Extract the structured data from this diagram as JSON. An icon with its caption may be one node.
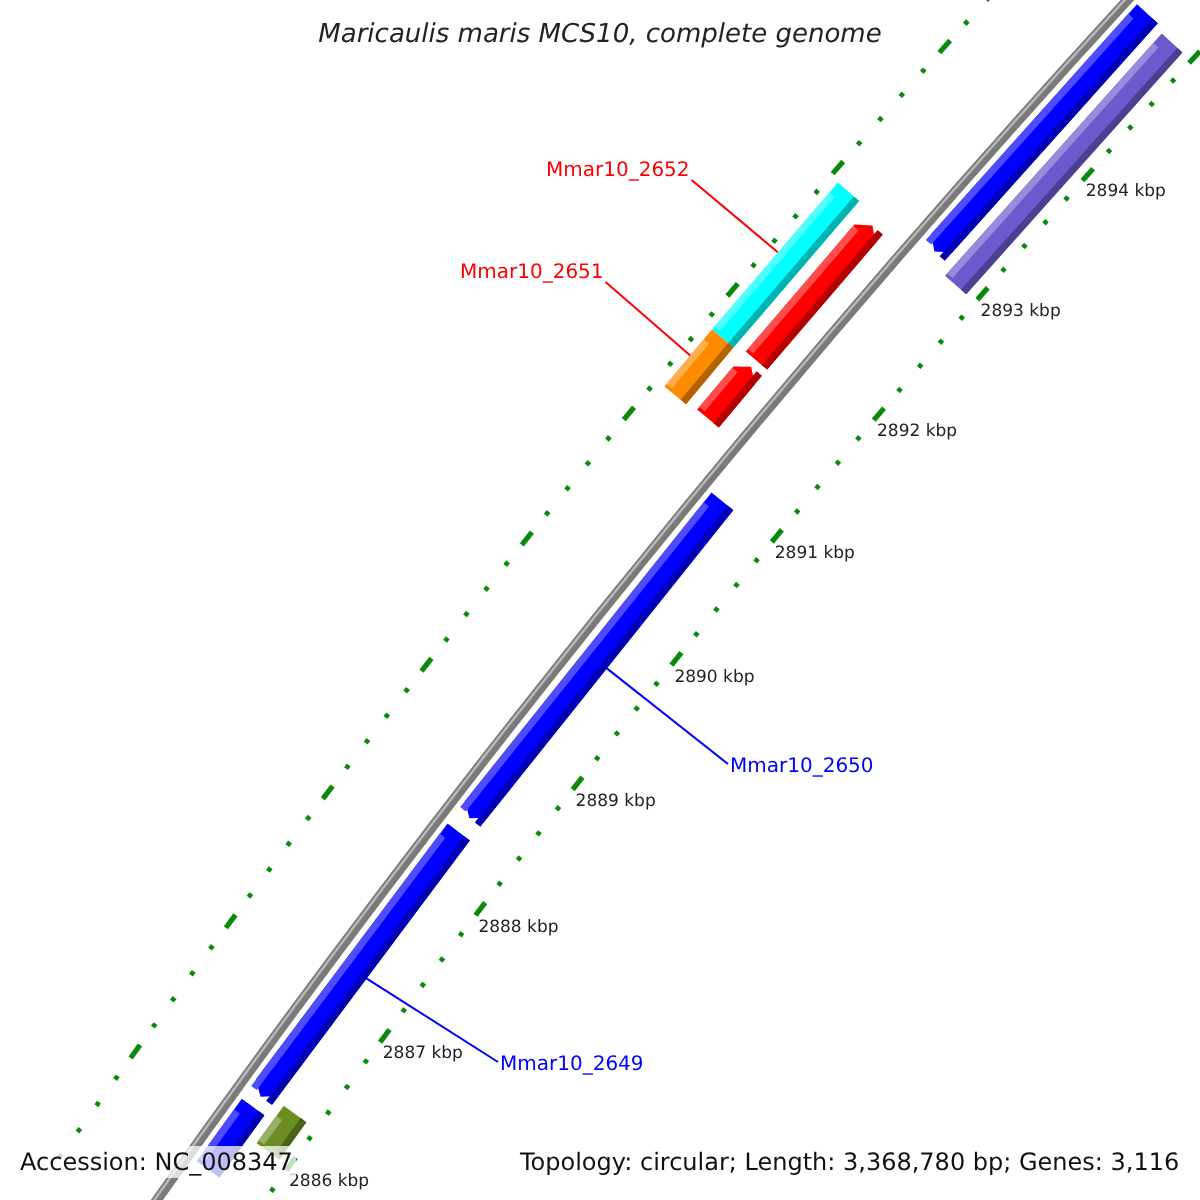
{
  "diagram": {
    "title": "Maricaulis maris MCS10, complete genome",
    "nodes": [
      {
        "text": [],
        "shape": "bar"
      },
      {
        "text": [],
        "shape": "bar"
      },
      {
        "text": [
          "Mmar10_2652"
        ]
      },
      {
        "text": [],
        "shape": "bar"
      },
      {
        "text": [],
        "shape": "bar"
      },
      {
        "text": [
          "Mmar10_2651"
        ]
      },
      {
        "text": [],
        "shape": "bar"
      },
      {
        "text": [],
        "shape": "bar"
      },
      {
        "text": [],
        "shape": "bar"
      },
      {
        "text": [
          "Mmar10_2650"
        ]
      },
      {
        "text": [],
        "shape": "bar"
      },
      {
        "text": [
          "Mmar10_2649"
        ]
      },
      {
        "text": [],
        "shape": "bar"
      },
      {
        "text": [],
        "shape": "bar"
      }
    ],
    "edges": [
      {
        "from": 2,
        "to": 3,
        "arrow": "none",
        "color": "#ff0000"
      },
      {
        "from": 5,
        "to": 6,
        "arrow": "none",
        "color": "#ff0000"
      },
      {
        "from": 9,
        "to": 8,
        "arrow": "none",
        "color": "#0000ff"
      },
      {
        "from": 11,
        "to": 10,
        "arrow": "none",
        "color": "#0000ff"
      }
    ],
    "labels": [
      "2894 kbp",
      "2893 kbp",
      "2892 kbp",
      "2891 kbp",
      "2890 kbp",
      "2889 kbp",
      "2888 kbp",
      "2887 kbp",
      "2886 kbp",
      "Accession: NC_008347",
      "Topology: circular; Length: 3,368,780 bp; Genes: 3,116"
    ]
  }
}
